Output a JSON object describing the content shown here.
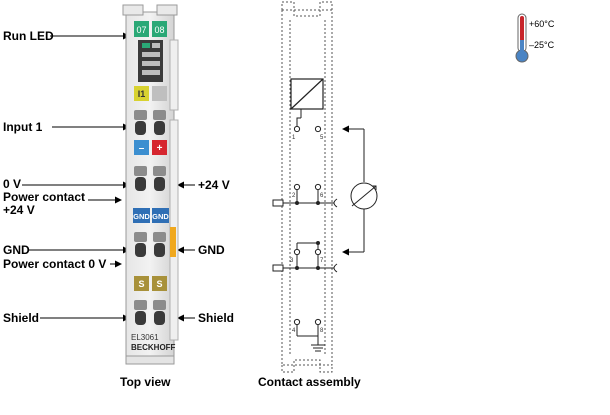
{
  "labels": {
    "run_led": "Run LED",
    "input_1": "Input 1",
    "zero_v": "0 V",
    "power_contact_24v_line1": "Power contact",
    "power_contact_24v_line2": "+24 V",
    "plus_24v": "+24 V",
    "gnd_left": "GND",
    "gnd_right": "GND",
    "power_contact_0v": "Power contact 0 V",
    "shield_left": "Shield",
    "shield_right": "Shield"
  },
  "captions": {
    "top_view": "Top view",
    "contact_assembly": "Contact assembly"
  },
  "terminal": {
    "led_left": "07",
    "led_right": "08",
    "input_tag": "I1",
    "minus": "–",
    "plus": "+",
    "gnd_tag_left": "GND",
    "gnd_tag_right": "GND",
    "shield_tag_left": "S",
    "shield_tag_right": "S",
    "model": "EL3061",
    "brand": "BECKHOFF"
  },
  "contacts": {
    "p1": "1",
    "p2": "2",
    "p3": "3",
    "p4": "4",
    "p5": "5",
    "p6": "6",
    "p7": "7",
    "p8": "8"
  },
  "thermo": {
    "max": "+60°C",
    "min": "–25°C"
  },
  "colors": {
    "led_green": "#2aa876",
    "input_yellow": "#d8d230",
    "minus_blue": "#3c8fd0",
    "plus_red": "#d6262f",
    "gnd_blue": "#2f6fb5",
    "shield_tan": "#a8913a",
    "power_orange": "#f0a81e",
    "housing": "#dcdcdc"
  }
}
